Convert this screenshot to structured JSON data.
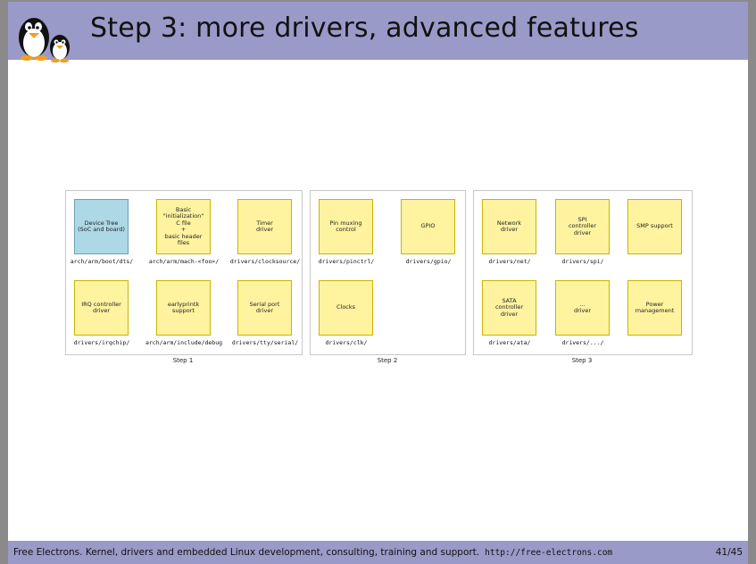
{
  "slide": {
    "title": "Step 3: more drivers, advanced features",
    "footer_text": "Free Electrons. Kernel, drivers and embedded Linux development, consulting, training and support.",
    "footer_url": "http://free-electrons.com",
    "page": "41/45"
  },
  "steps": [
    {
      "label": "Step 1",
      "items": [
        {
          "text": "Device Tree\n(SoC and board)",
          "path": "arch/arm/boot/dts/",
          "highlight": true
        },
        {
          "text": "Basic\n\"initialization\"\nC file\n+\nbasic header\nfiles",
          "path": "arch/arm/mach-<foo>/"
        },
        {
          "text": "Timer\ndriver",
          "path": "drivers/clocksource/"
        },
        {
          "text": "IRQ controller\ndriver",
          "path": "drivers/irqchip/"
        },
        {
          "text": "earlyprintk\nsupport",
          "path": "arch/arm/include/debug"
        },
        {
          "text": "Serial port\ndriver",
          "path": "drivers/tty/serial/"
        }
      ]
    },
    {
      "label": "Step 2",
      "items": [
        {
          "text": "Pin muxing\ncontrol",
          "path": "drivers/pinctrl/"
        },
        {
          "text": "GPIO",
          "path": "drivers/gpio/"
        },
        {
          "text": "Clocks",
          "path": "drivers/clk/"
        }
      ]
    },
    {
      "label": "Step 3",
      "items": [
        {
          "text": "Network\ndriver",
          "path": "drivers/net/"
        },
        {
          "text": "SPI\ncontroller\ndriver",
          "path": "drivers/spi/"
        },
        {
          "text": "SMP support",
          "path": ""
        },
        {
          "text": "SATA\ncontroller\ndriver",
          "path": "drivers/ata/"
        },
        {
          "text": "...\ndriver",
          "path": "drivers/.../"
        },
        {
          "text": "Power\nmanagement",
          "path": ""
        }
      ]
    }
  ],
  "colors": {
    "header": "#9a9ac8",
    "box_fill": "#fff3a0",
    "box_highlight": "#add8e6"
  }
}
